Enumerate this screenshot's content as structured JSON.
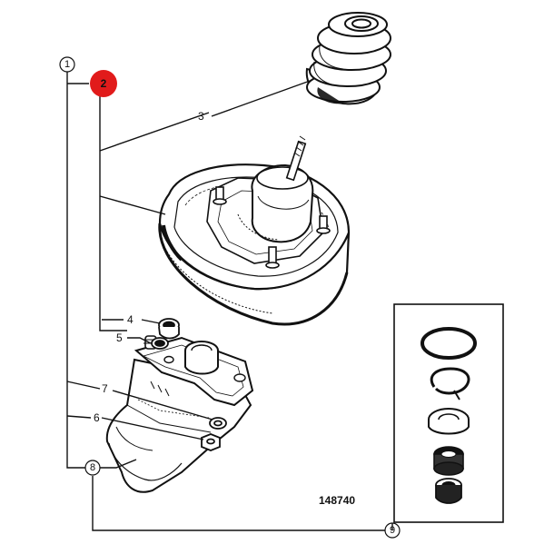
{
  "figure": {
    "reference_number": "148740",
    "highlight_color": "#e11b1b",
    "callouts": [
      {
        "id": "1",
        "style": "circle"
      },
      {
        "id": "2",
        "style": "highlighted"
      },
      {
        "id": "3",
        "style": "plain"
      },
      {
        "id": "4",
        "style": "plain"
      },
      {
        "id": "5",
        "style": "plain"
      },
      {
        "id": "6",
        "style": "plain"
      },
      {
        "id": "7",
        "style": "plain"
      },
      {
        "id": "8",
        "style": "circle"
      },
      {
        "id": "9",
        "style": "circle"
      }
    ],
    "parts": [
      "rubber-boot",
      "brake-booster",
      "booster-studs",
      "master-cylinder",
      "reservoir-grommets",
      "mounting-nuts",
      "seal-kit"
    ]
  }
}
